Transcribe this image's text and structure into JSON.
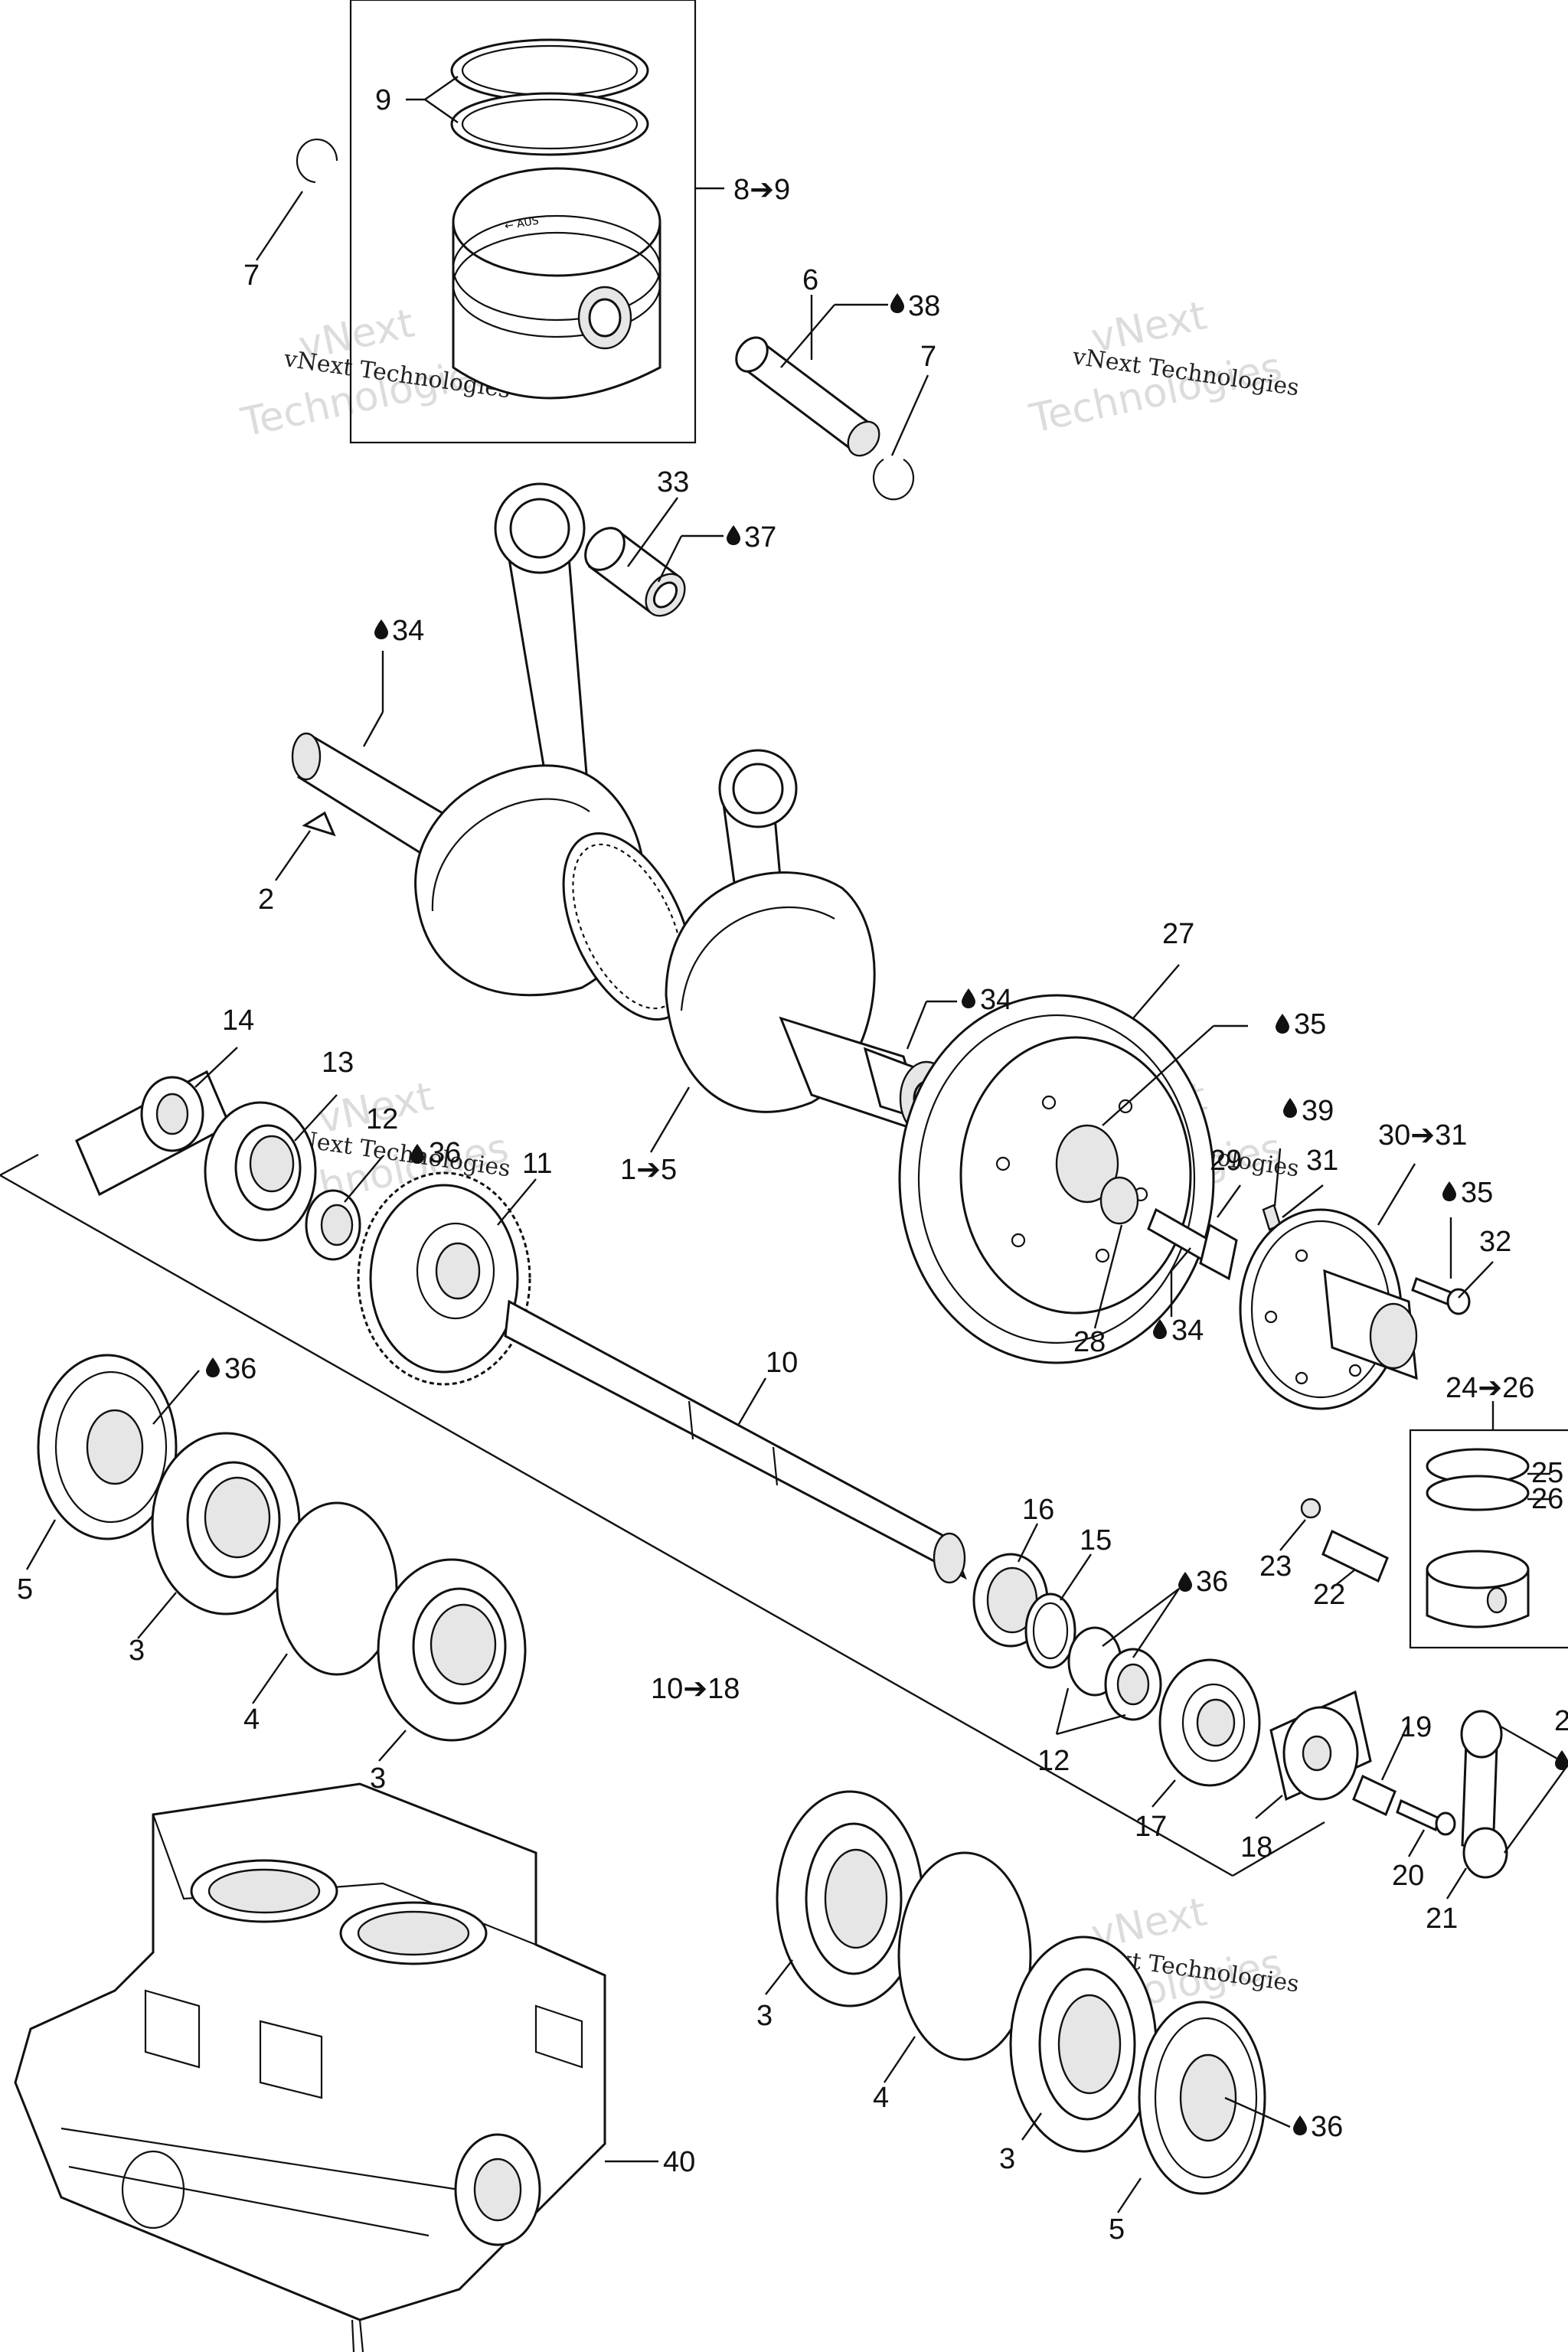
{
  "labels": [
    {
      "id": "l9",
      "text": "9"
    },
    {
      "id": "l8to9",
      "text": "8➔9"
    },
    {
      "id": "l7a",
      "text": "7"
    },
    {
      "id": "l6",
      "text": "6"
    },
    {
      "id": "l38",
      "text": "38"
    },
    {
      "id": "l7b",
      "text": "7"
    },
    {
      "id": "l33",
      "text": "33"
    },
    {
      "id": "l37",
      "text": "37"
    },
    {
      "id": "l34a",
      "text": "34"
    },
    {
      "id": "l2",
      "text": "2"
    },
    {
      "id": "l27",
      "text": "27"
    },
    {
      "id": "l34b",
      "text": "34"
    },
    {
      "id": "l35a",
      "text": "35"
    },
    {
      "id": "l14",
      "text": "14"
    },
    {
      "id": "l13",
      "text": "13"
    },
    {
      "id": "l12a",
      "text": "12"
    },
    {
      "id": "l36a",
      "text": "36"
    },
    {
      "id": "l11",
      "text": "11"
    },
    {
      "id": "l1to5",
      "text": "1➔5"
    },
    {
      "id": "l39",
      "text": "39"
    },
    {
      "id": "l29",
      "text": "29"
    },
    {
      "id": "l31",
      "text": "31"
    },
    {
      "id": "l30to31",
      "text": "30➔31"
    },
    {
      "id": "l35b",
      "text": "35"
    },
    {
      "id": "l32",
      "text": "32"
    },
    {
      "id": "l28",
      "text": "28"
    },
    {
      "id": "l34c",
      "text": "34"
    },
    {
      "id": "l36b",
      "text": "36"
    },
    {
      "id": "l10",
      "text": "10"
    },
    {
      "id": "l24to26",
      "text": "24➔26"
    },
    {
      "id": "l25",
      "text": "25"
    },
    {
      "id": "l26",
      "text": "26"
    },
    {
      "id": "l5a",
      "text": "5"
    },
    {
      "id": "l3a",
      "text": "3"
    },
    {
      "id": "l16",
      "text": "16"
    },
    {
      "id": "l15",
      "text": "15"
    },
    {
      "id": "l36c",
      "text": "36"
    },
    {
      "id": "l23",
      "text": "23"
    },
    {
      "id": "l22",
      "text": "22"
    },
    {
      "id": "l4a",
      "text": "4"
    },
    {
      "id": "l10to18",
      "text": "10➔18"
    },
    {
      "id": "l3b",
      "text": "3"
    },
    {
      "id": "l12b",
      "text": "12"
    },
    {
      "id": "l19",
      "text": "19"
    },
    {
      "id": "l17",
      "text": "17"
    },
    {
      "id": "l18",
      "text": "18"
    },
    {
      "id": "l20",
      "text": "20"
    },
    {
      "id": "l21",
      "text": "21"
    },
    {
      "id": "l2b",
      "text": "2"
    },
    {
      "id": "l3c",
      "text": "3"
    },
    {
      "id": "l4b",
      "text": "4"
    },
    {
      "id": "l3d",
      "text": "3"
    },
    {
      "id": "l36d",
      "text": "36"
    },
    {
      "id": "l40",
      "text": "40"
    },
    {
      "id": "l5b",
      "text": "5"
    }
  ],
  "watermark": {
    "line1": "vNext Technologies",
    "line2": "vNext",
    "line3": "Technologies"
  },
  "icons": {
    "lubricant": "oil-drop-icon",
    "range_arrow": "right-arrow"
  }
}
